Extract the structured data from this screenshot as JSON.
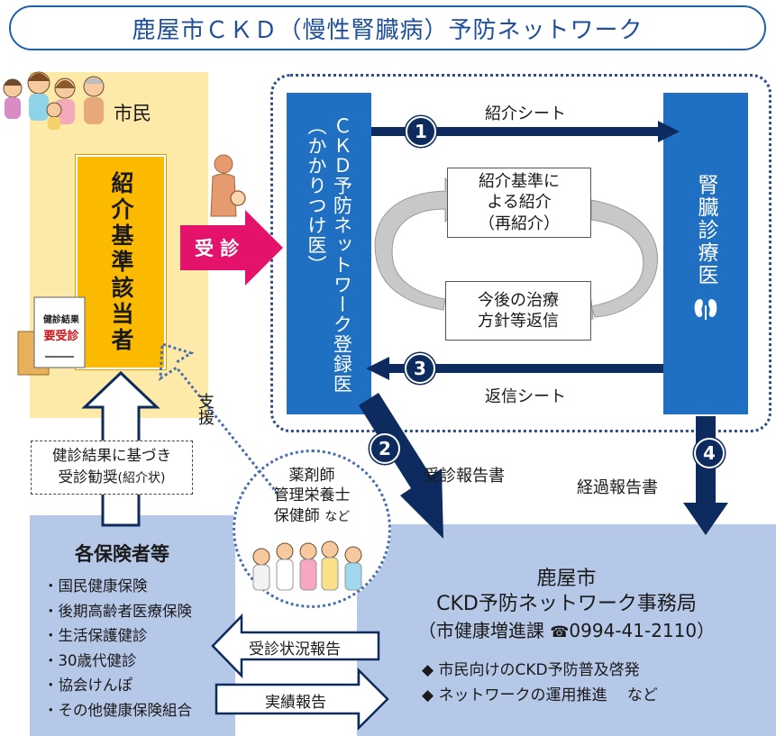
{
  "title": "鹿屋市ＣＫＤ（慢性腎臓病）予防ネットワーク",
  "citizens": {
    "label": "市民",
    "target": "紹介基準該当者",
    "document": {
      "line1": "健診結果",
      "line2": "要受診"
    }
  },
  "visit_label": "受 診",
  "registered_doctor": "ＣＫＤ予防ネットワーク登録医（かかりつけ医）",
  "kidney_doctor": "腎臓診療医",
  "referral_criteria": {
    "line1": "紹介基準に",
    "line2": "よる紹介",
    "line3": "（再紹介）"
  },
  "future_treatment": {
    "line1": "今後の治療",
    "line2": "方針等返信"
  },
  "steps": [
    {
      "num": "1",
      "label": "紹介シート"
    },
    {
      "num": "2",
      "label": "受診報告書"
    },
    {
      "num": "3",
      "label": "返信シート"
    },
    {
      "num": "4",
      "label": "経過報告書"
    }
  ],
  "support_label": "支援",
  "support_circle": {
    "line1": "薬剤師",
    "line2": "管理栄養士",
    "line3": "保健師",
    "suffix": "など"
  },
  "recommendation": {
    "line1": "健診結果に基づき",
    "line2": "受診勧奨",
    "note": "(紹介状)"
  },
  "insurers": {
    "title": "各保険者等",
    "items": [
      "国民健康保険",
      "後期高齢者医療保険",
      "生活保護健診",
      "30歳代健診",
      "協会けんぽ",
      "その他健康保険組合"
    ]
  },
  "status_report_label": "受診状況報告",
  "results_report_label": "実績報告",
  "office": {
    "line1": "鹿屋市",
    "line2": "CKD予防ネットワーク事務局",
    "line3_prefix": "（市健康増進課",
    "phone": "0994-41-2110",
    "line3_suffix": "）",
    "activities": [
      "◆  市民向けのCKD予防普及啓発",
      "◆  ネットワークの運用推進　 など"
    ]
  },
  "colors": {
    "title_border": "#1f5fa8",
    "citizen_panel": "#fde9a8",
    "target_box": "#fbb900",
    "doctor_box": "#1f6fc2",
    "navy_arrow": "#0d2b5e",
    "visit_arrow": "#e5126b",
    "insurer_panel": "#b6c8e8"
  }
}
